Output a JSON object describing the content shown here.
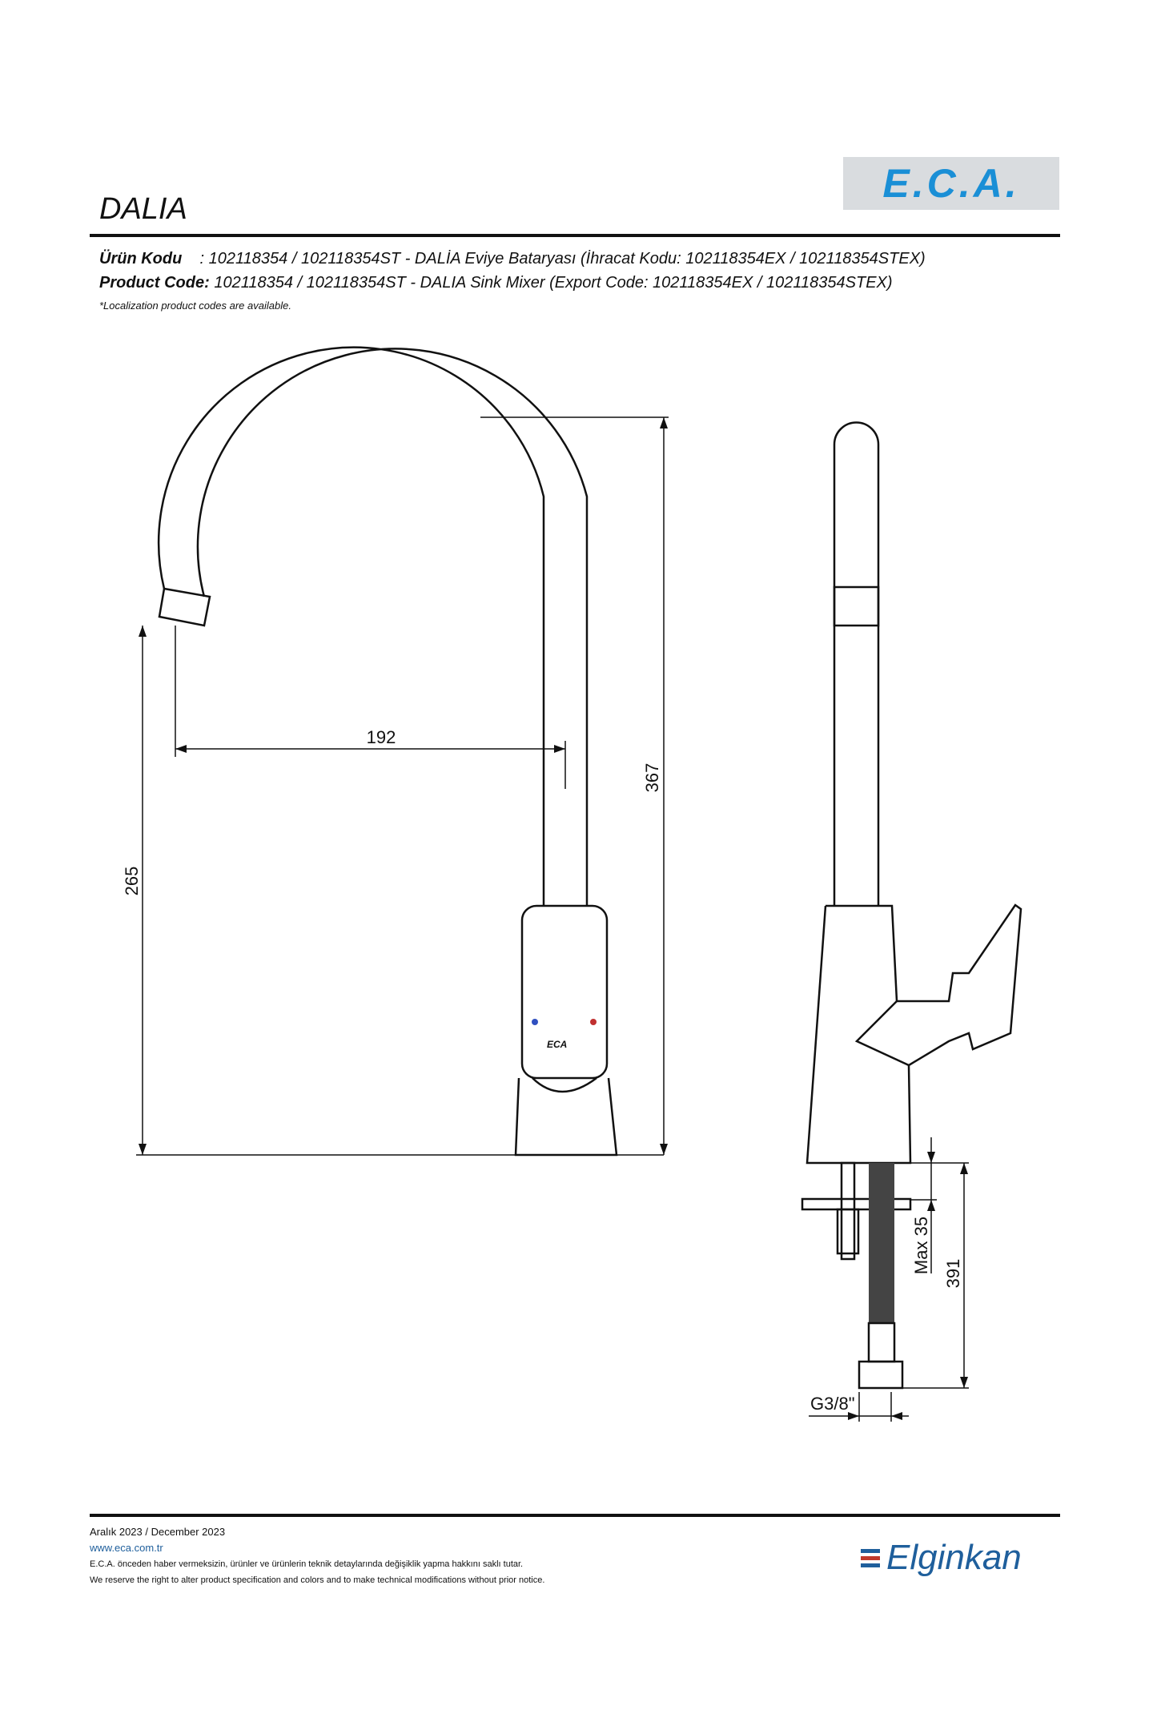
{
  "header": {
    "product_name": "DALIA",
    "brand_logo": "E.C.A.",
    "tr_label": "Ürün Kodu",
    "tr_value": ": 102118354 / 102118354ST - DALİA Eviye Bataryası (İhracat Kodu: 102118354EX / 102118354STEX)",
    "en_label": "Product Code:",
    "en_value": " 102118354 / 102118354ST - DALIA Sink Mixer (Export Code: 102118354EX / 102118354STEX)",
    "note": "*Localization product codes are available."
  },
  "drawing": {
    "front_view": {
      "dim_spout_reach": "192",
      "dim_spout_height": "265",
      "dim_total_height": "367"
    },
    "side_view": {
      "dim_max_counter": "Max 35",
      "dim_hose_length": "391",
      "dim_thread": "G3/8\""
    }
  },
  "footer": {
    "date": "Aralık 2023 / December 2023",
    "website": "www.eca.com.tr",
    "disclaimer_tr": "E.C.A. önceden haber vermeksizin, ürünler ve ürünlerin teknik detaylarında değişiklik yapma hakkını saklı tutar.",
    "disclaimer_en": "We reserve the right to alter product specification and colors and to make technical modifications without prior notice.",
    "company_logo": "Elginkan",
    "logo_colors": [
      "#1f5f9c",
      "#c0392b"
    ]
  }
}
